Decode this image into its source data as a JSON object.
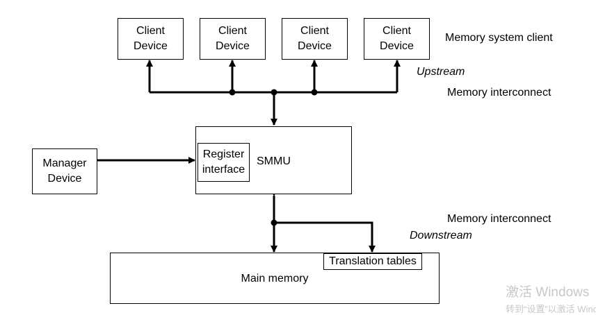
{
  "clients": [
    {
      "line1": "Client",
      "line2": "Device"
    },
    {
      "line1": "Client",
      "line2": "Device"
    },
    {
      "line1": "Client",
      "line2": "Device"
    },
    {
      "line1": "Client",
      "line2": "Device"
    }
  ],
  "labels": {
    "memory_system_client": "Memory system client",
    "upstream": "Upstream",
    "memory_interconnect_top": "Memory interconnect",
    "memory_interconnect_bottom": "Memory interconnect",
    "downstream": "Downstream"
  },
  "manager": {
    "line1": "Manager",
    "line2": "Device"
  },
  "smmu": {
    "title": "SMMU",
    "register_line1": "Register",
    "register_line2": "interface"
  },
  "main_memory": {
    "title": "Main memory",
    "translation_tables": "Translation tables"
  },
  "watermark": {
    "line1": "激活 Windows",
    "line2": "转到“设置”以激活 Windows。"
  }
}
